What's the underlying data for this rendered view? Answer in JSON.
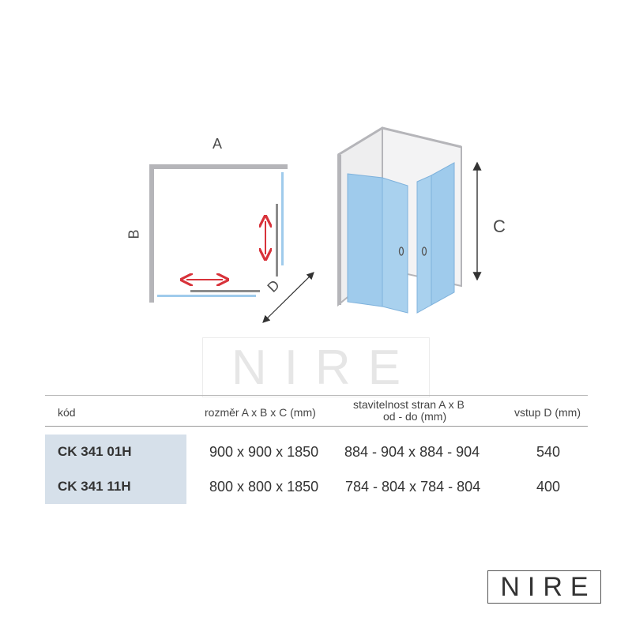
{
  "diagram": {
    "label_a": "A",
    "label_b": "B",
    "label_c": "C",
    "label_d": "D",
    "colors": {
      "wall": "#b5b5b9",
      "glass": "#9fcbec",
      "glass_edge": "#7fb2dc",
      "arrow_red": "#d8323a",
      "arrow_dark": "#333333"
    }
  },
  "watermark": {
    "text": "NIRE"
  },
  "table": {
    "headers": {
      "code": "kód",
      "size": "rozměr A x B x C (mm)",
      "adjust_line1": "stavitelnost stran A x B",
      "adjust_line2": "od - do (mm)",
      "entry": "vstup D (mm)"
    },
    "rows": [
      {
        "code": "CK 341 01H",
        "size": "900 x 900 x 1850",
        "adjust": "884 - 904 x 884 - 904",
        "entry": "540"
      },
      {
        "code": "CK 341 11H",
        "size": "800 x 800 x 1850",
        "adjust": "784 - 804 x 784 - 804",
        "entry": "400"
      }
    ]
  },
  "logo": {
    "text": "NIRE"
  }
}
